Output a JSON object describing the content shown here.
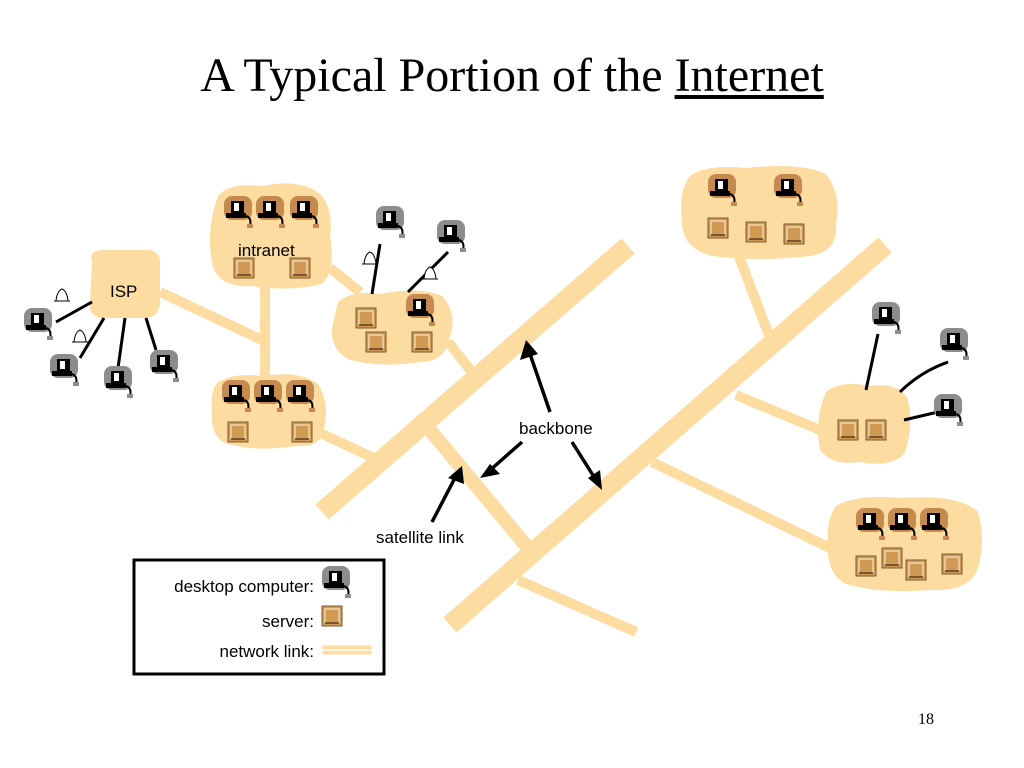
{
  "slide": {
    "title_prefix": "A Typical Portion of the ",
    "title_link": "Internet",
    "page_number": "18"
  },
  "labels": {
    "isp": "ISP",
    "intranet": "intranet",
    "backbone": "backbone",
    "satellite_link": "satellite link"
  },
  "legend": {
    "desktop_computer": "desktop computer:",
    "server": "server:",
    "network_link": "network link:"
  },
  "colors": {
    "link": "#fcdca0",
    "cloud": "#fcdca0",
    "server": "#d09a55",
    "desktop_grey": "#8c8c8c",
    "desktop_tan": "#c58a4f"
  }
}
